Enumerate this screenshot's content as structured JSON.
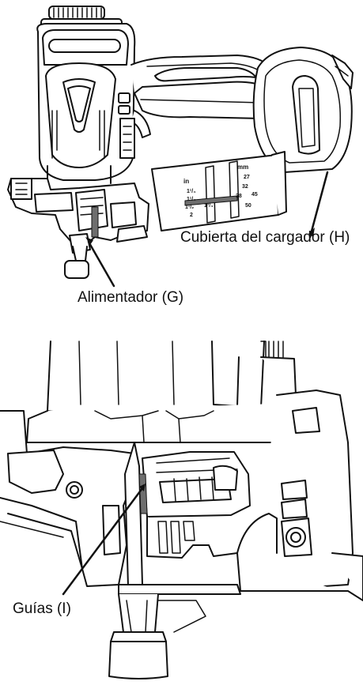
{
  "labels": {
    "magazine_cover": "Cubierta del cargador (H)",
    "feeder": "Alimentador (G)",
    "guides": "Guías (I)"
  },
  "scale": {
    "unit_in": "in",
    "unit_mm": "mm",
    "in_values": [
      "1¹/₄",
      "1¹/₄",
      "1¹/₂",
      "1³/₄",
      "2"
    ],
    "mm_values": [
      "27",
      "32",
      "38",
      "45",
      "50"
    ]
  },
  "colors": {
    "line": "#111111",
    "fill": "#ffffff",
    "shade": "#6e6e6e"
  }
}
